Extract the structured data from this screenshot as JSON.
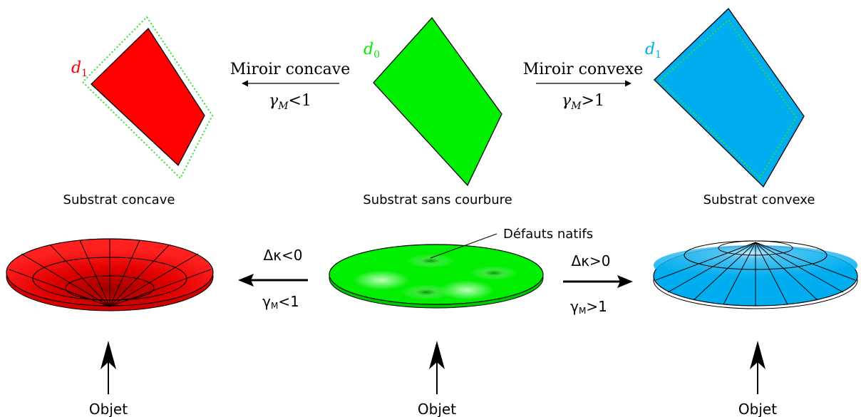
{
  "top_row": {
    "left_mirror": {
      "label": "Miroir concave",
      "relation": "<1",
      "caption": "Substrat concave",
      "thickness_label": "d",
      "thickness_sub": "1",
      "color": "#ff0000"
    },
    "center": {
      "caption": "Substrat sans courbure",
      "thickness_label": "d",
      "thickness_sub": "0",
      "color": "#00ee00"
    },
    "right_mirror": {
      "label": "Miroir convexe",
      "relation": ">1",
      "caption": "Substrat convexe",
      "thickness_label": "d",
      "thickness_sub": "1",
      "color": "#00aeef"
    },
    "gamma_symbol": "γ",
    "gamma_sub": "M"
  },
  "bottom_row": {
    "defects_label": "Défauts natifs",
    "left_curvature": "Δκ<0",
    "left_gamma": "γ",
    "left_gamma_sub": "M",
    "left_gamma_rel": "<1",
    "right_curvature": "Δκ>0",
    "right_gamma": "γ",
    "right_gamma_sub": "M",
    "right_gamma_rel": ">1",
    "object_label_left": "Objet",
    "object_label_center": "Objet",
    "object_label_right": "Objet"
  }
}
